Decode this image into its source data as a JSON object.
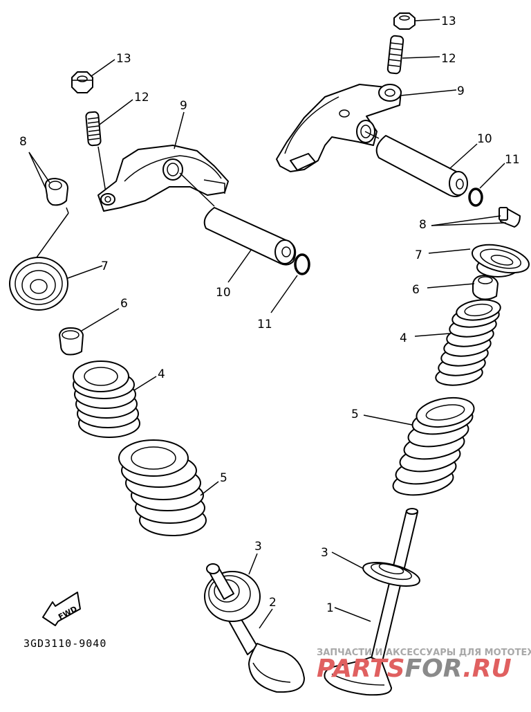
{
  "diagram": {
    "title_code": "3GD3110-9040",
    "fwd_label": "FWD",
    "callouts": {
      "left": [
        {
          "id": "13",
          "part": "nut"
        },
        {
          "id": "12",
          "part": "stud bolt"
        },
        {
          "id": "9",
          "part": "rocker arm"
        },
        {
          "id": "8",
          "part": "valve cotter"
        },
        {
          "id": "7",
          "part": "valve spring retainer"
        },
        {
          "id": "10",
          "part": "rocker arm shaft"
        },
        {
          "id": "11",
          "part": "o-ring"
        },
        {
          "id": "6",
          "part": "valve stem seal"
        },
        {
          "id": "4",
          "part": "inner valve spring"
        },
        {
          "id": "5",
          "part": "outer valve spring"
        },
        {
          "id": "3",
          "part": "valve spring seat"
        },
        {
          "id": "2",
          "part": "exhaust valve"
        }
      ],
      "right": [
        {
          "id": "13",
          "part": "nut"
        },
        {
          "id": "12",
          "part": "stud bolt"
        },
        {
          "id": "9",
          "part": "rocker arm"
        },
        {
          "id": "10",
          "part": "rocker arm shaft"
        },
        {
          "id": "11",
          "part": "o-ring"
        },
        {
          "id": "8",
          "part": "valve cotter"
        },
        {
          "id": "7",
          "part": "valve spring retainer"
        },
        {
          "id": "6",
          "part": "valve stem seal"
        },
        {
          "id": "4",
          "part": "inner valve spring"
        },
        {
          "id": "5",
          "part": "outer valve spring"
        },
        {
          "id": "3",
          "part": "valve spring seat"
        },
        {
          "id": "1",
          "part": "intake valve"
        }
      ]
    }
  },
  "watermark": {
    "tagline": "ЗАПЧАСТИ И АКСЕССУАРЫ ДЛЯ МОТОТЕХНИКИ",
    "brand_part1": "PARTS",
    "brand_part2": "FOR",
    "brand_part3": ".RU",
    "color_red": "#e06060",
    "color_gray": "#8a8a8a"
  }
}
